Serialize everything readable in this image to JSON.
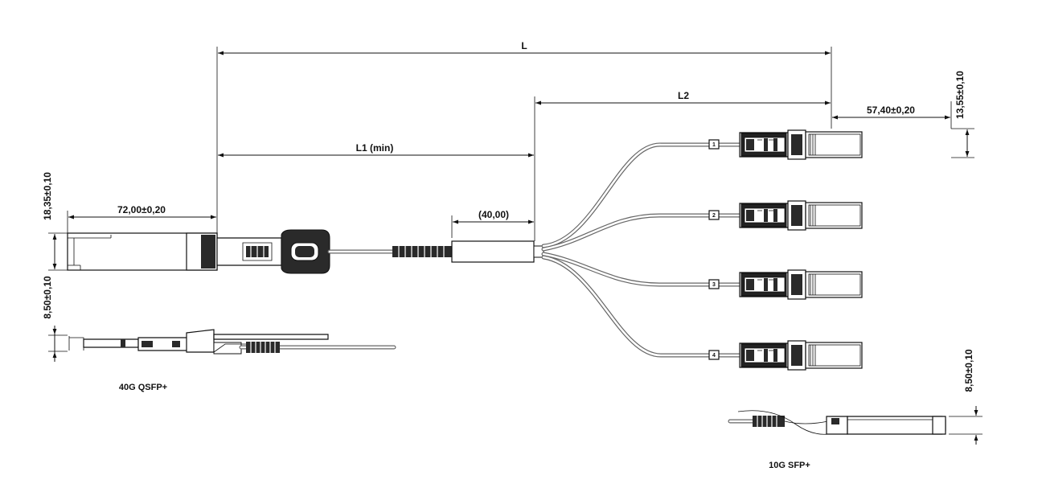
{
  "dimensions": {
    "L": "L",
    "L1": "L1  (min)",
    "L2": "L2",
    "boot": "(40,00)",
    "qsfp_length": "72,00±0,20",
    "qsfp_height": "18,35±0,10",
    "qsfp_thickness": "8,50±0,10",
    "sfp_length": "57,40±0,20",
    "sfp_height": "13,55±0,10",
    "sfp_thickness": "8,50±0,10"
  },
  "labels": {
    "qsfp": "40G QSFP+",
    "sfp": "10G SFP+"
  },
  "leg_numbers": [
    "1",
    "2",
    "3",
    "4"
  ]
}
